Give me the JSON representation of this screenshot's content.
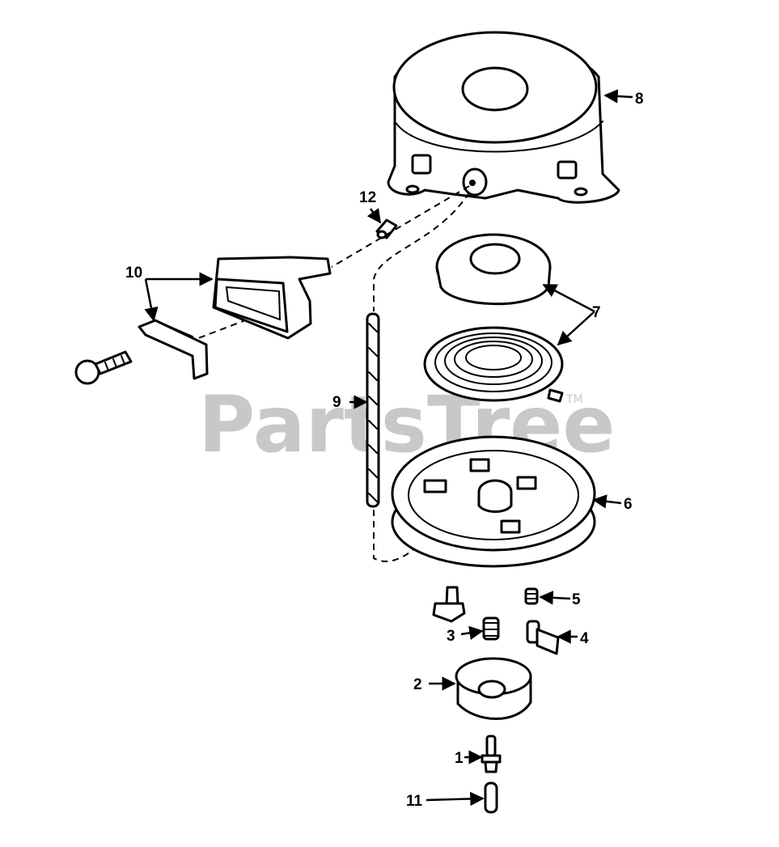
{
  "watermark": {
    "text": "PartsTree",
    "tm": "TM"
  },
  "callouts": [
    {
      "id": "1",
      "text": "1"
    },
    {
      "id": "2",
      "text": "2"
    },
    {
      "id": "3",
      "text": "3"
    },
    {
      "id": "4",
      "text": "4"
    },
    {
      "id": "5",
      "text": "5"
    },
    {
      "id": "6",
      "text": "6"
    },
    {
      "id": "7",
      "text": "7"
    },
    {
      "id": "8",
      "text": "8"
    },
    {
      "id": "9",
      "text": "9"
    },
    {
      "id": "10",
      "text": "10"
    },
    {
      "id": "11",
      "text": "11"
    },
    {
      "id": "12",
      "text": "12"
    }
  ],
  "colors": {
    "ink": "#000000",
    "watermark": "#c8c8c8",
    "background": "#ffffff"
  }
}
